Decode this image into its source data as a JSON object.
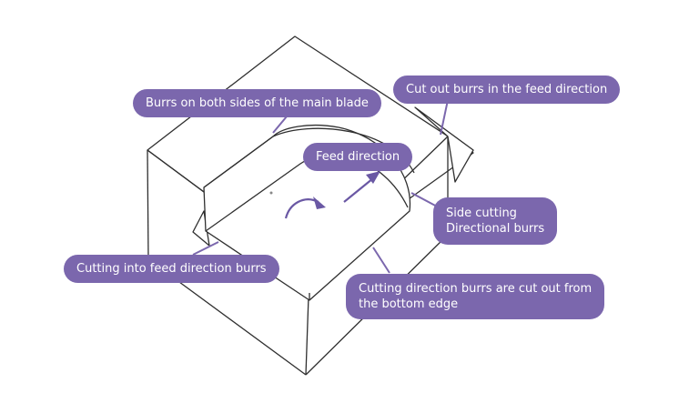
{
  "labels": {
    "burrs_both_sides": "Burrs on both sides of the main blade",
    "cut_out_feed": "Cut out burrs in the feed direction",
    "feed_direction": "Feed direction",
    "side_cutting_line1": "Side cutting",
    "side_cutting_line2": "Directional burrs",
    "cutting_into_feed": "Cutting into feed direction burrs",
    "bottom_edge_line1": "Cutting direction burrs are cut out from",
    "bottom_edge_line2": "the bottom edge"
  },
  "colors": {
    "callout": "#7b67ad",
    "callout_text": "#ffffff",
    "outline": "#2f2f2f",
    "arrow": "#6a58a4"
  }
}
